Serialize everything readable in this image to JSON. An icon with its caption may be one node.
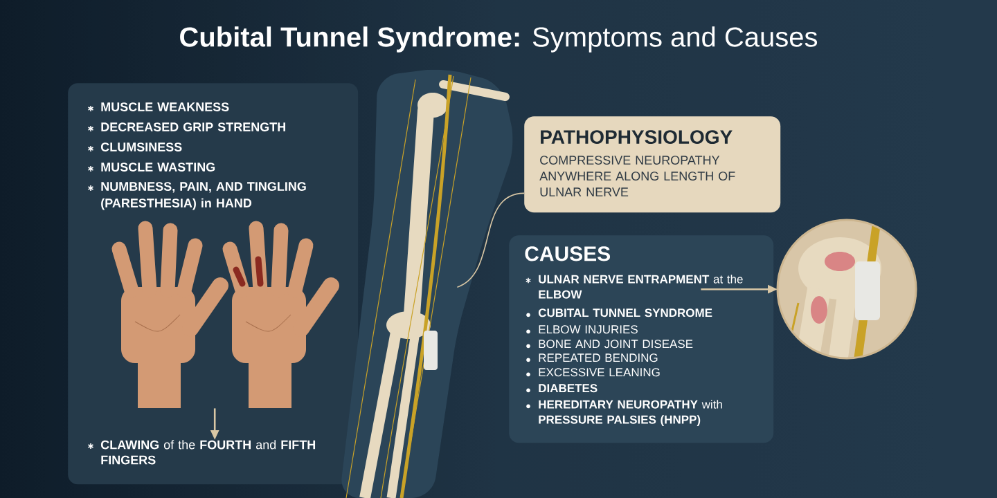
{
  "diagram": {
    "title": "**Cubital Tunnel Syndrome:** Symptoms and Causes",
    "nodes": [
      {
        "text": [
          "MUSCLE WEAKNESS",
          "DECREASED GRIP STRENGTH",
          "CLUMSINESS",
          "MUSCLE WASTING",
          "NUMBNESS, PAIN, AND TINGLING (PARESTHESIA) in HAND"
        ]
      },
      {
        "text": [],
        "shape": "picture",
        "in": 0
      },
      {
        "text": [
          "**CLAWING** of the **FOURTH** and **FIFTH FINGERS**"
        ],
        "in": 0
      },
      {
        "text": [],
        "shape": "picture"
      },
      {
        "text": [
          "PATHOPHYSIOLOGY",
          "COMPRESSIVE NEUROPATHY ANYWHERE ALONG LENGTH OF ULNAR NERVE"
        ]
      },
      {
        "text": [
          "CAUSES",
          "**ULNAR NERVE ENTRAPMENT** at the **ELBOW**",
          "CUBITAL TUNNEL SYNDROME",
          "ELBOW INJURIES",
          "BONE AND JOINT DISEASE",
          "REPEATED BENDING",
          "EXCESSIVE LEANING",
          "DIABETES",
          "**HEREDITARY NEUROPATHY** with **PRESSURE PALSIES (HNPP)**"
        ]
      },
      {
        "text": [],
        "shape": "picture"
      }
    ],
    "edges": [
      {
        "from": 1,
        "to": 2,
        "arrow": "to"
      },
      {
        "from": 4,
        "to": 3,
        "arrow": "none"
      },
      {
        "from": 5,
        "to": 6,
        "arrow": "to"
      }
    ]
  }
}
